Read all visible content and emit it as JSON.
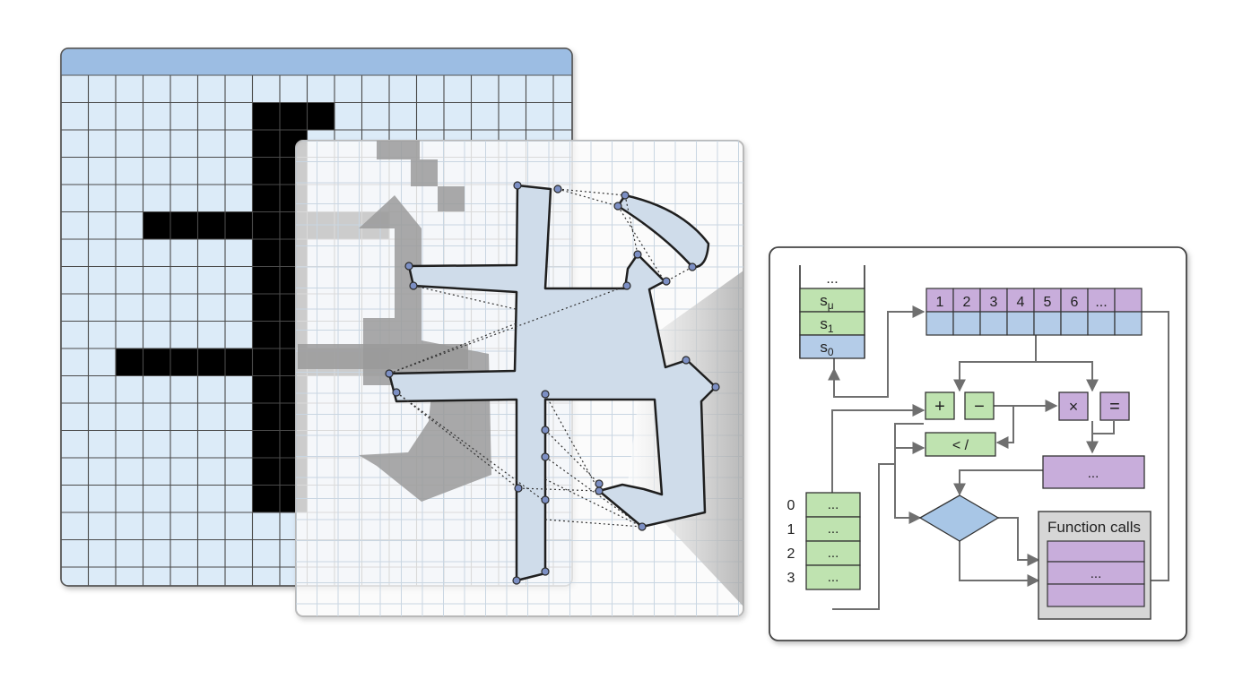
{
  "colors": {
    "bitmap_grid_fill": "#dcebf8",
    "bitmap_titlebar": "#9cbde3",
    "pixel_on": "#000000",
    "ghost_glyph": "#9a9a9a",
    "outline_fill": "#cfdcea",
    "control_point": "#7c8fc4",
    "green_cell": "#bfe3b0",
    "blue_cell": "#b4cce8",
    "purple_cell": "#c8addb",
    "decision_fill": "#a8c6e6",
    "arrow": "#6f6f6f"
  },
  "glyph": {
    "control_point_icon": "circle-node-icon"
  },
  "vm": {
    "stack": {
      "top": "...",
      "cells": [
        {
          "name": "s",
          "sub": "μ"
        },
        {
          "name": "s",
          "sub": "1"
        },
        {
          "name": "s",
          "sub": "0"
        }
      ]
    },
    "storage": {
      "cells": [
        "1",
        "2",
        "3",
        "4",
        "5",
        "6",
        "..."
      ]
    },
    "operators": {
      "plus": "+",
      "minus": "−",
      "compare": "< /",
      "times": "×",
      "equals": "="
    },
    "result_box": "...",
    "registers": {
      "indices": [
        "0",
        "1",
        "2",
        "3"
      ],
      "values": [
        "...",
        "...",
        "...",
        "..."
      ]
    },
    "function_calls": {
      "title": "Function calls",
      "entry": "..."
    }
  }
}
